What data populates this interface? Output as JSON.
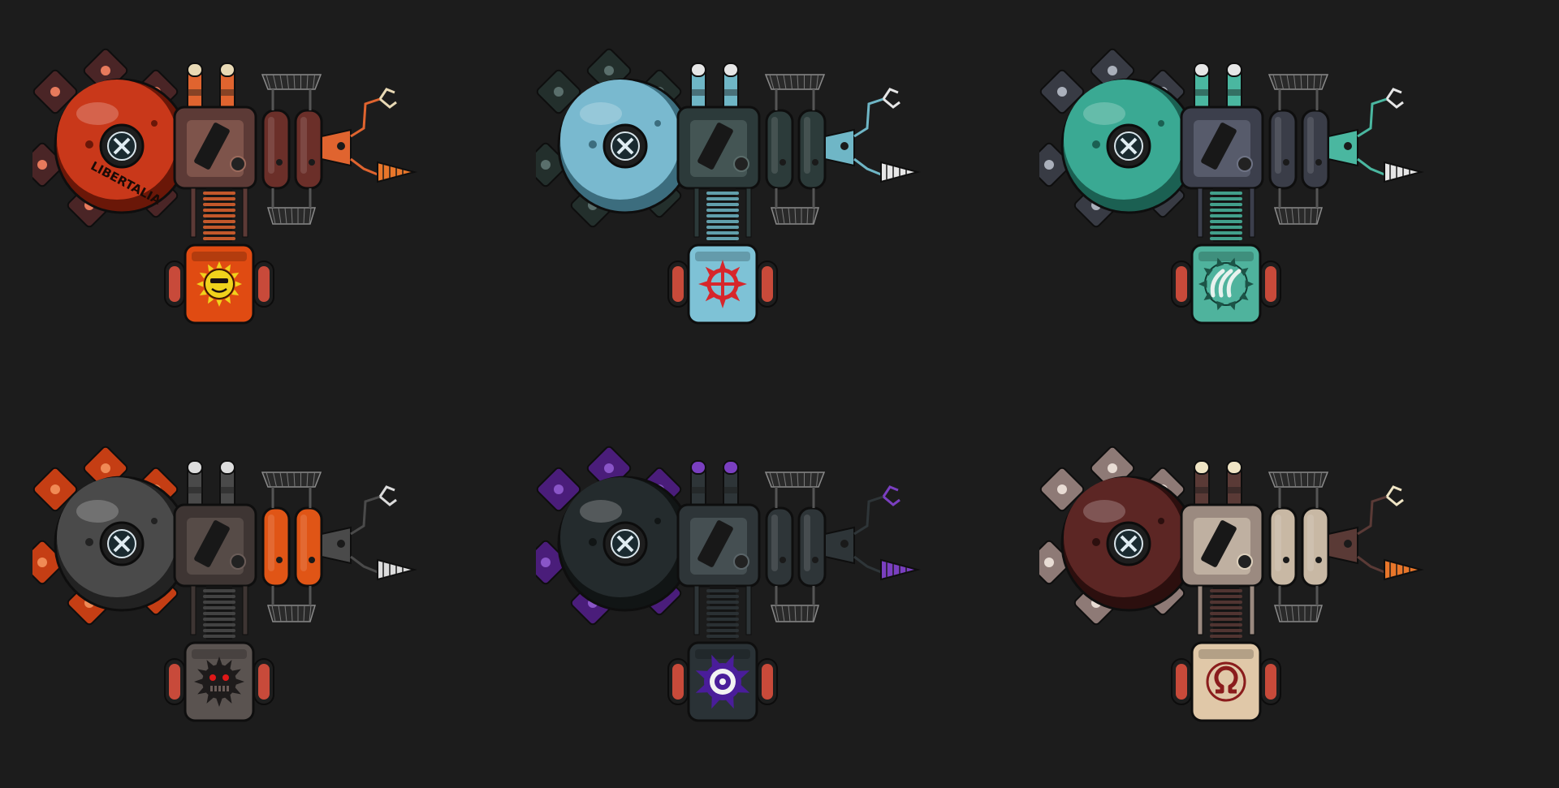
{
  "sheet": {
    "background": "#1c1c1c",
    "variants": [
      {
        "name": "orange",
        "hull": "#c9381a",
        "hull_dark": "#6a1708",
        "fin": "#4a2526",
        "fin_dot": "#e77a5c",
        "body": "#5c3a36",
        "body_light": "#9b6a5c",
        "tank": "#6b2f29",
        "arm": "#e0642f",
        "tip": "#e8d9b5",
        "core": "#e04b12",
        "emblem_color": "#f0d21c",
        "emblem": "sun-face-emblem",
        "drill": "#e8762a",
        "hull_text": "LIBERTALIA"
      },
      {
        "name": "sky-blue",
        "hull": "#79b9cf",
        "hull_dark": "#3c6d7e",
        "fin": "#232f2c",
        "fin_dot": "#5a6f6c",
        "body": "#2c3a3a",
        "body_light": "#5a6c6a",
        "tank": "#2c3b3a",
        "arm": "#6fb6c6",
        "tip": "#e6e6e6",
        "core": "#7ec2d6",
        "emblem_color": "#d7262b",
        "emblem": "crosshair-sun-emblem",
        "drill": "#e6e6e6",
        "hull_text": ""
      },
      {
        "name": "teal",
        "hull": "#3aa993",
        "hull_dark": "#1b6052",
        "fin": "#383b44",
        "fin_dot": "#aab0bb",
        "body": "#3c3f4c",
        "body_light": "#6e7385",
        "tank": "#3a3d48",
        "arm": "#4ab7a0",
        "tip": "#e6e6e6",
        "core": "#4fb39d",
        "emblem_color": "#e8f2ee",
        "emblem": "claw-emblem",
        "drill": "#e6e6e6",
        "hull_text": ""
      },
      {
        "name": "charcoal-orange",
        "hull": "#4a4a4a",
        "hull_dark": "#222222",
        "fin": "#c53e14",
        "fin_dot": "#f08a55",
        "body": "#3e3533",
        "body_light": "#6a5c58",
        "tank": "#e05516",
        "arm": "#4a4a4a",
        "tip": "#dcdcdc",
        "core": "#5a5350",
        "emblem_color": "#1e1b1b",
        "emblem": "spiked-skull-emblem",
        "drill": "#dcdcdc",
        "hull_text": ""
      },
      {
        "name": "black-purple",
        "hull": "#242b2d",
        "hull_dark": "#111515",
        "fin": "#4a1d7a",
        "fin_dot": "#8a55c8",
        "body": "#2e3538",
        "body_light": "#5a6468",
        "tank": "#2e3538",
        "arm": "#2e3538",
        "tip": "#7a3fc0",
        "core": "#2a3236",
        "emblem_color": "#4a1d9a",
        "emblem": "ring-sun-emblem",
        "drill": "#7a3fc0",
        "hull_text": ""
      },
      {
        "name": "maroon-cream",
        "hull": "#5c2624",
        "hull_dark": "#2c0f0e",
        "fin": "#8e7a76",
        "fin_dot": "#e8dcd4",
        "body": "#9b8a80",
        "body_light": "#ddd0bc",
        "tank": "#c8b8a4",
        "arm": "#5a3a36",
        "tip": "#efe4c4",
        "core": "#e0c8a8",
        "emblem_color": "#8a1c1c",
        "emblem": "omega-emblem",
        "drill": "#e8762a",
        "hull_text": ""
      }
    ]
  }
}
